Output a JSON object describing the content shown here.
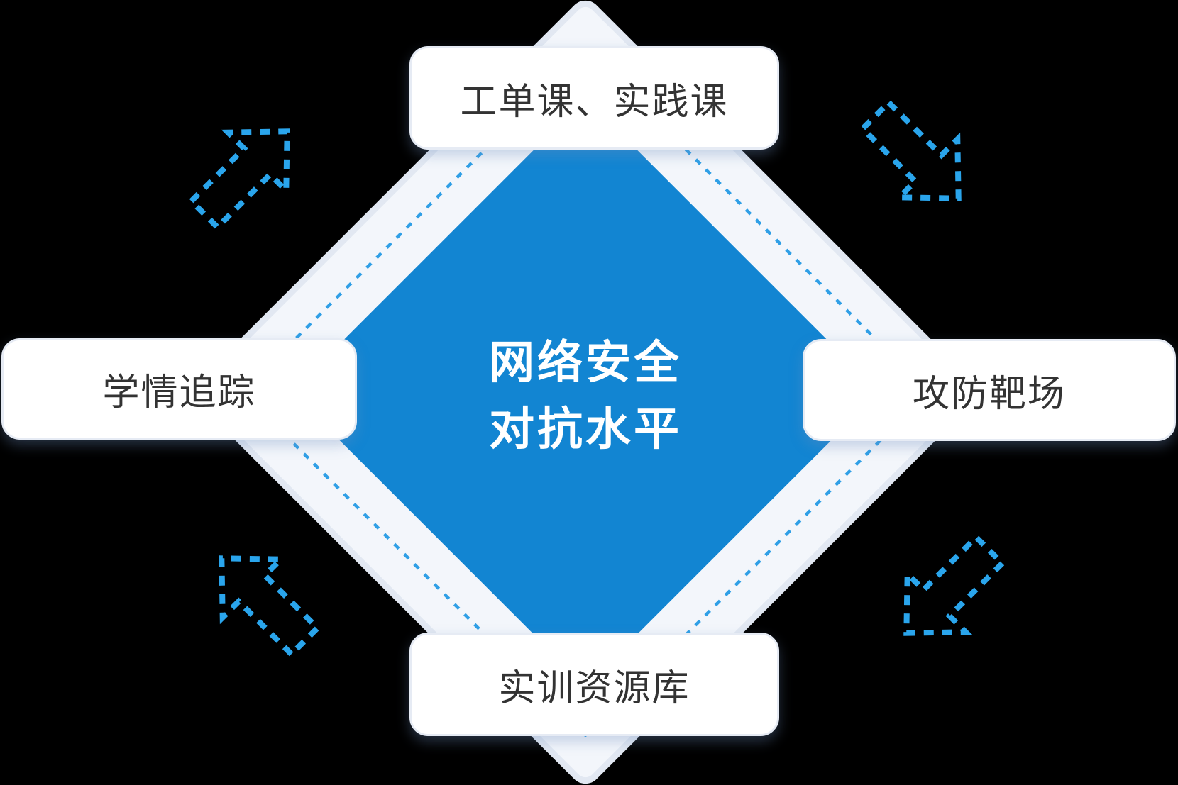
{
  "diagram": {
    "center": {
      "line1": "网络安全",
      "line2": "对抗水平"
    },
    "nodes": {
      "top": "工单课、实践课",
      "right": "攻防靶场",
      "bottom": "实训资源库",
      "left": "学情追踪"
    },
    "colors": {
      "background": "#000000",
      "core_blue": "#1285d2",
      "panel_light": "#f3f6fb",
      "panel_edge": "#e2e8f2",
      "dotted_line": "#2f9fe6",
      "arrow": "#2aa5ec",
      "card_bg": "#ffffff",
      "card_border": "#e6ebf4",
      "label_text": "#333333",
      "center_text": "#ffffff"
    }
  }
}
